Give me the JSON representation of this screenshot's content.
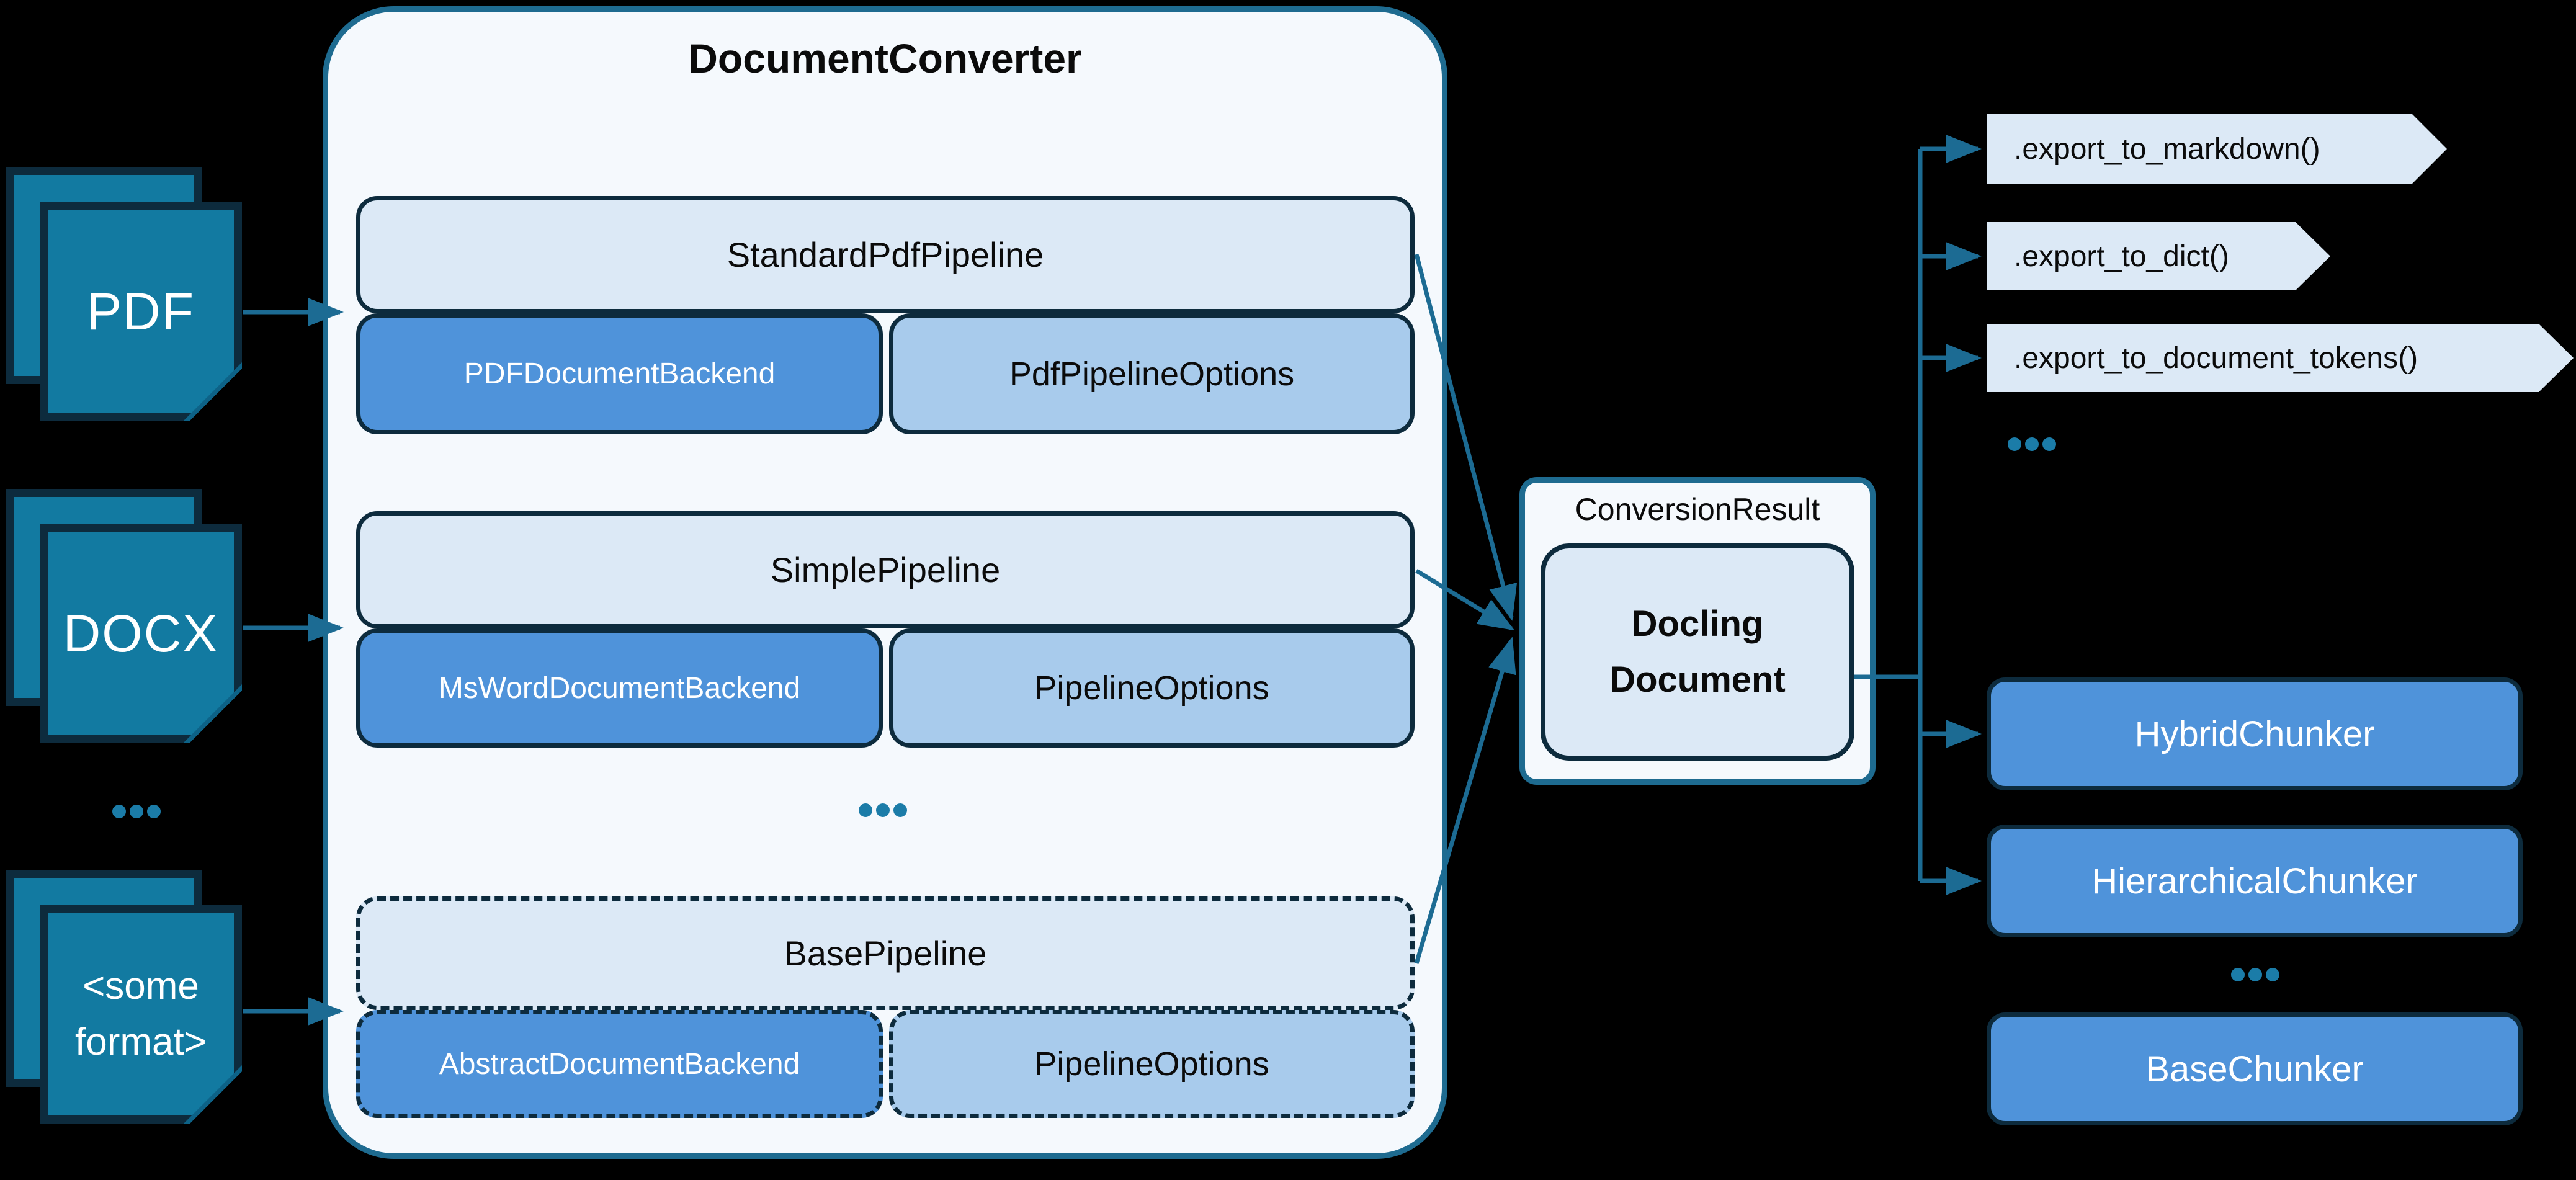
{
  "diagram": {
    "title": "DocumentConverter",
    "inputs": [
      {
        "label": "PDF"
      },
      {
        "label": "DOCX"
      },
      {
        "label": "<some format>"
      }
    ],
    "pipeline_groups": [
      {
        "pipeline": "StandardPdfPipeline",
        "backend": "PDFDocumentBackend",
        "options": "PdfPipelineOptions"
      },
      {
        "pipeline": "SimplePipeline",
        "backend": "MsWordDocumentBackend",
        "options": "PipelineOptions"
      },
      {
        "pipeline": "BasePipeline",
        "backend": "AbstractDocumentBackend",
        "options": "PipelineOptions"
      }
    ],
    "result": {
      "label": "ConversionResult",
      "document": "Docling Document"
    },
    "export_methods": [
      ".export_to_markdown()",
      ".export_to_dict()",
      ".export_to_document_tokens()"
    ],
    "chunkers": [
      "HybridChunker",
      "HierarchicalChunker",
      "BaseChunker"
    ],
    "colors": {
      "background": "#000000",
      "doc_fill": "#127AA1",
      "doc_fold": "#0D6287",
      "outline_dark": "#0D2B3D",
      "container_fill": "#F5F9FD",
      "container_border": "#1E6B90",
      "box_light": "#DCE9F6",
      "box_medium": "#4F93DA",
      "box_soft": "#A8CBEC",
      "arrow": "#1C6B93",
      "dots": "#1B7CA8",
      "text_dark": "#0B0B0B",
      "text_light": "#FFFFFF"
    }
  }
}
